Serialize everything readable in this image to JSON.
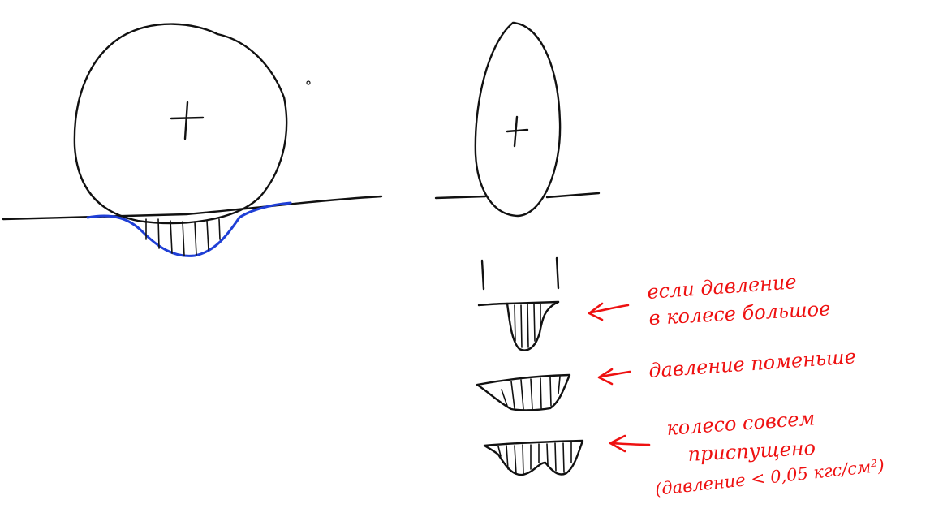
{
  "colors": {
    "ink": "#111111",
    "soil_outline": "#1f3fd6",
    "annotation": "#ee1111",
    "background": "#ffffff"
  },
  "annotations": [
    {
      "line1": "если давление",
      "line2": "в колесе большое"
    },
    {
      "line1": "давление поменьше"
    },
    {
      "line1": "колесо совсем",
      "line2": "приспущено",
      "line3": "(давление < 0,05 кгс/см²)"
    }
  ],
  "icons": {
    "center_mark": "cross-icon",
    "pointer": "red-arrow-icon"
  }
}
